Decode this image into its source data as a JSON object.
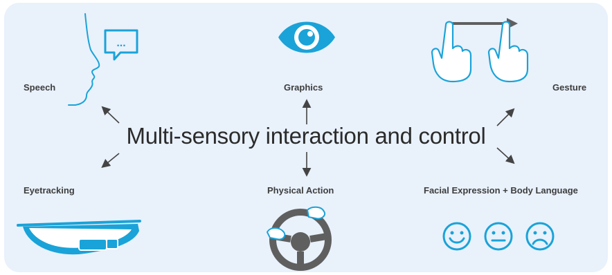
{
  "center_title": "Multi-sensory interaction and control",
  "modalities": {
    "speech": "Speech",
    "graphics": "Graphics",
    "gesture": "Gesture",
    "eyetracking": "Eyetracking",
    "physical_action": "Physical Action",
    "facial": "Facial Expression + Body Language"
  },
  "speech_bubble_text": "...",
  "colors": {
    "background": "#e9f1fb",
    "accent": "#1aa3d8",
    "arrow": "#444444",
    "wheel": "#5f5f5f"
  },
  "icons": [
    "face-profile-icon",
    "speech-bubble-icon",
    "eye-icon",
    "swipe-gesture-icon",
    "smart-glasses-icon",
    "steering-wheel-icon",
    "happy-face-icon",
    "neutral-face-icon",
    "sad-face-icon"
  ]
}
